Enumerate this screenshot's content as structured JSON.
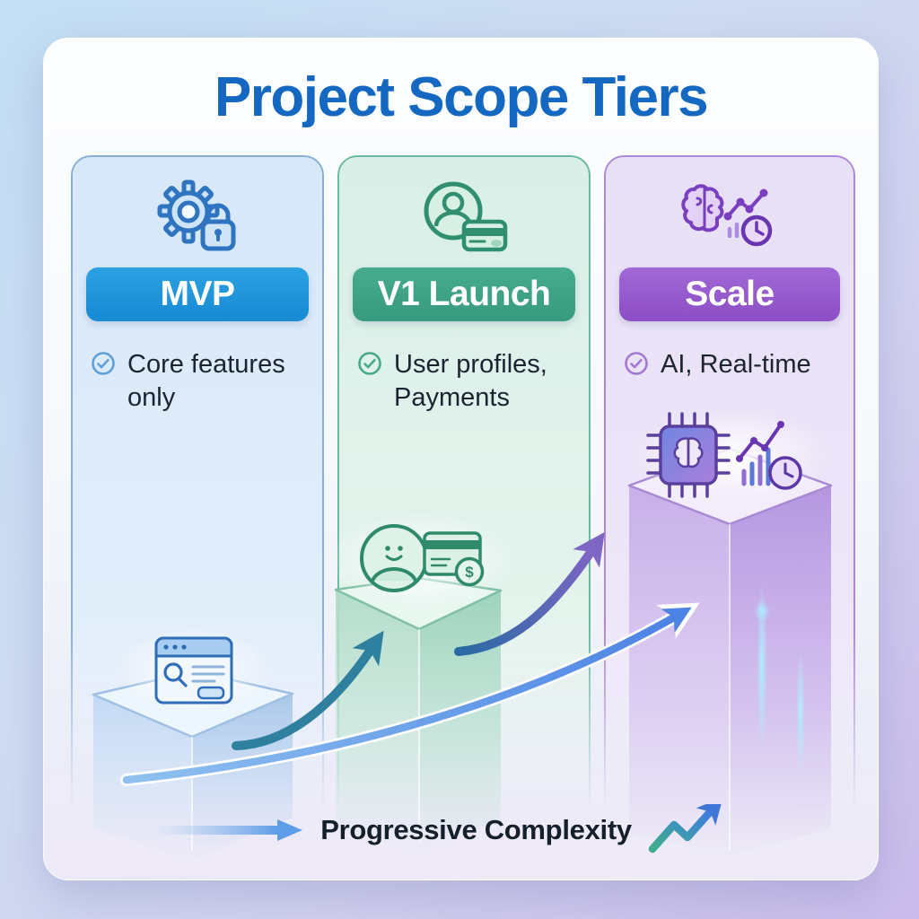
{
  "title": "Project Scope Tiers",
  "tiers": [
    {
      "label": "MVP",
      "feature": "Core features only",
      "feature_lines": [
        "Core features",
        "only"
      ],
      "icon": "gear-lock-icon",
      "badge_color": "#1e96dc",
      "accent": "#5f9fd8",
      "cube_icon": "browser-search-icon"
    },
    {
      "label": "V1 Launch",
      "feature": "User profiles, Payments",
      "feature_lines": [
        "User profiles,",
        "Payments"
      ],
      "icon": "user-credit-card-icon",
      "badge_color": "#3da78c",
      "accent": "#46a98a",
      "cube_icon": "user-payment-icon"
    },
    {
      "label": "Scale",
      "feature": "AI, Real-time",
      "feature_lines": [
        "AI, Real-time"
      ],
      "icon": "brain-analytics-clock-icon",
      "badge_color": "#9a5fd0",
      "accent": "#a477d4",
      "cube_icon": "ai-chip-analytics-icon"
    }
  ],
  "footer": {
    "label": "Progressive Complexity"
  },
  "colors": {
    "title": "#1468c2",
    "background_top_left": "#c3e0f5",
    "background_bottom_right": "#cbbcec",
    "panel": "#fbfcff",
    "arrow_teal": "#2f7f9e",
    "arrow_blue_purple": "#7e66c4",
    "arrow_light_blue": "#4d84e4",
    "trend_green": "#3fae8c",
    "trend_blue": "#3e7ede"
  }
}
